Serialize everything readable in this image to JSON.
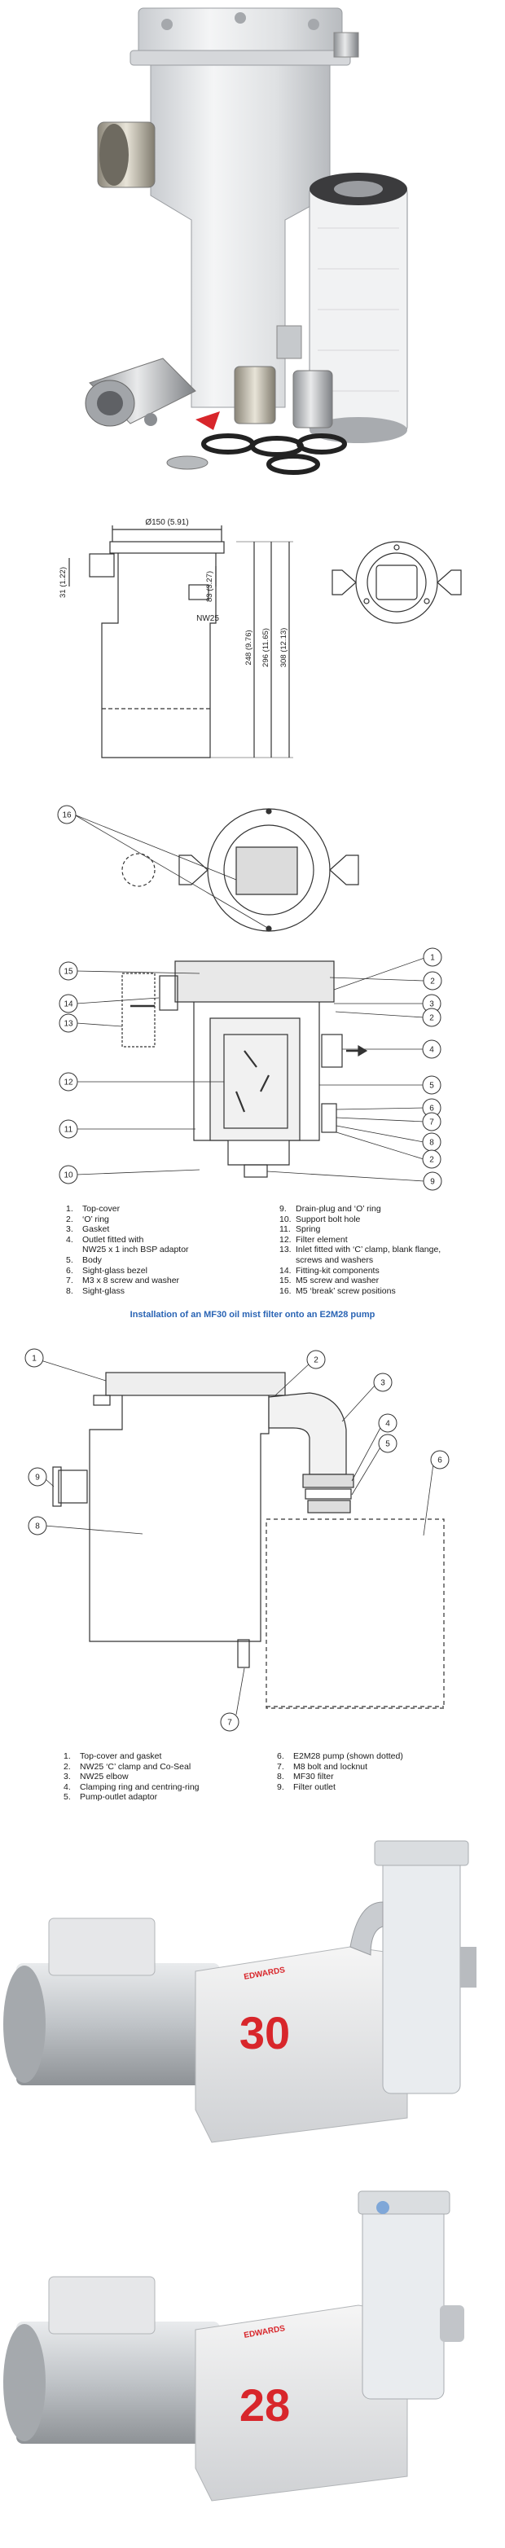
{
  "dimensions": {
    "top_width": "Ø150 (5.91)",
    "left_height": "31 (1.22)",
    "h83": "83 (3.27)",
    "h248": "248 (9.76)",
    "h296": "296 (11.65)",
    "h308": "308 (12.13)",
    "port": "NW25"
  },
  "callouts_exploded": [
    "16",
    "15",
    "14",
    "13",
    "12",
    "11",
    "10",
    "1",
    "2",
    "3",
    "2",
    "4",
    "5",
    "6",
    "7",
    "8",
    "2",
    "9"
  ],
  "legend_exploded": {
    "left": [
      {
        "n": "1.",
        "t": "Top-cover"
      },
      {
        "n": "2.",
        "t": "‘O’ ring"
      },
      {
        "n": "3.",
        "t": "Gasket"
      },
      {
        "n": "4.",
        "t": "Outlet fitted with"
      },
      {
        "n": "",
        "t": "NW25 x 1 inch BSP adaptor"
      },
      {
        "n": "5.",
        "t": "Body"
      },
      {
        "n": "6.",
        "t": "Sight-glass bezel"
      },
      {
        "n": "7.",
        "t": "M3 x 8 screw and washer"
      },
      {
        "n": "8.",
        "t": "Sight-glass"
      }
    ],
    "right": [
      {
        "n": "9.",
        "t": "Drain-plug and ‘O’ ring"
      },
      {
        "n": "10.",
        "t": "Support bolt hole"
      },
      {
        "n": "11.",
        "t": "Spring"
      },
      {
        "n": "12.",
        "t": "Filter element"
      },
      {
        "n": "13.",
        "t": "Inlet fitted with ‘C’ clamp, blank flange,"
      },
      {
        "n": "",
        "t": "screws and washers"
      },
      {
        "n": "14.",
        "t": "Fitting-kit components"
      },
      {
        "n": "15.",
        "t": "M5 screw and washer"
      },
      {
        "n": "16.",
        "t": "M5 ‘break’ screw positions"
      }
    ]
  },
  "install_title": "Installation of an MF30 oil mist filter onto an E2M28 pump",
  "callouts_install": [
    "1",
    "2",
    "3",
    "4",
    "5",
    "6",
    "7",
    "8",
    "9"
  ],
  "legend_install": {
    "left": [
      {
        "n": "1.",
        "t": "Top-cover and gasket"
      },
      {
        "n": "2.",
        "t": "NW25 ‘C’ clamp and Co-Seal"
      },
      {
        "n": "3.",
        "t": "NW25 elbow"
      },
      {
        "n": "4.",
        "t": "Clamping ring and centring-ring"
      },
      {
        "n": "5.",
        "t": "Pump-outlet adaptor"
      }
    ],
    "right": [
      {
        "n": "6.",
        "t": "E2M28 pump (shown dotted)"
      },
      {
        "n": "7.",
        "t": "M8 bolt and locknut"
      },
      {
        "n": "8.",
        "t": "MF30 filter"
      },
      {
        "n": "9.",
        "t": "Filter outlet"
      }
    ]
  },
  "pump_labels": {
    "brand_top": "EDWARDS",
    "model_top": "30",
    "brand_bottom": "EDWARDS",
    "model_bottom": "28"
  },
  "colors": {
    "accent_blue": "#2a64b4",
    "model_red": "#d8262b",
    "line": "#333333",
    "casting": "#e6e6e6"
  }
}
